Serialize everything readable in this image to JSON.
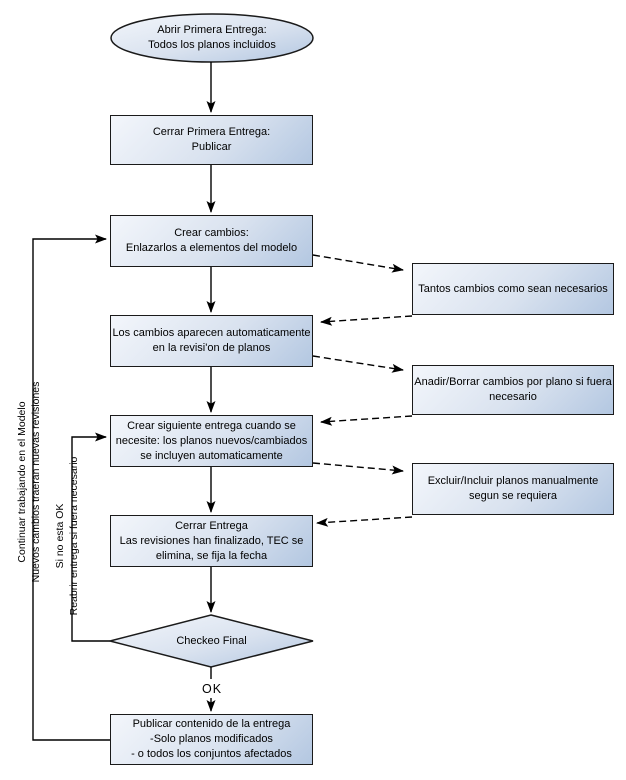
{
  "nodes": {
    "start": "Abrir Primera Entrega:\nTodos los planos incluidos",
    "close_first": "Cerrar Primera Entrega:\nPublicar",
    "create_changes": "Crear cambios:\nEnlazarlos a elementos del modelo",
    "changes_appear": "Los cambios aparecen automaticamente\nen la revisi'on de planos",
    "next_delivery": "Crear siguiente entrega cuando se\nnecesite: los planos nuevos/cambiados\nse incluyen automaticamente",
    "close_delivery": "Cerrar Entrega\nLas revisiones han finalizado, TEC se\nelimina, se fija la fecha",
    "final_check": "Checkeo Final",
    "publish": "Publicar contenido de la entrega\n-Solo planos modificados\n- o todos los conjuntos afectados"
  },
  "side_notes": {
    "as_many_changes": "Tantos cambios como sean necesarios",
    "add_remove": "Anadir/Borrar cambios por plano si fuera\nnecesario",
    "exclude_include": "Excluir/Incluir planos manualmente\nsegun se requiera"
  },
  "edge_labels": {
    "ok": "OK",
    "continue_model": "Continuar trabajando en el Modelo\nNuevos cambios traeran nuevas revisiones",
    "not_ok": "Si no esta OK\nReabrir entrega si fuera necesario"
  },
  "colors": {
    "node_fill_light": "#f3f6fb",
    "node_fill_dark": "#b3c7e1",
    "node_border": "#1a1a1a",
    "arrow": "#000000"
  }
}
